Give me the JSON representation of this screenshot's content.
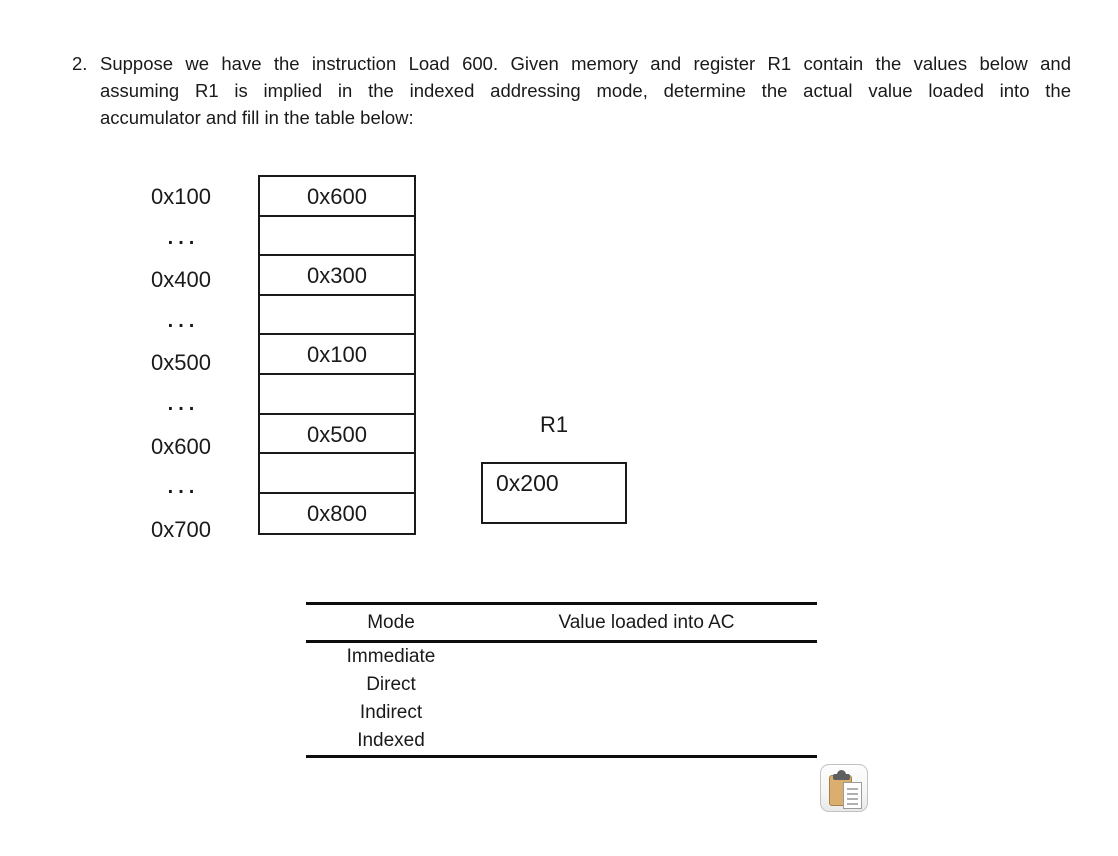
{
  "question": {
    "number": "2.",
    "lines": [
      "Suppose we have the instruction Load 600. Given memory and register R1 contain the values below and",
      "assuming R1 is implied in the indexed addressing mode, determine the actual value loaded into the",
      "accumulator and fill in the table below:"
    ]
  },
  "memory": {
    "rows": [
      {
        "address": "0x100",
        "value": "0x600"
      },
      {
        "address": "...",
        "value": ""
      },
      {
        "address": "0x400",
        "value": "0x300"
      },
      {
        "address": "...",
        "value": ""
      },
      {
        "address": "0x500",
        "value": "0x100"
      },
      {
        "address": "...",
        "value": ""
      },
      {
        "address": "0x600",
        "value": "0x500"
      },
      {
        "address": "...",
        "value": ""
      },
      {
        "address": "0x700",
        "value": "0x800"
      }
    ]
  },
  "register": {
    "label": "R1",
    "value": "0x200"
  },
  "table": {
    "headers": [
      "Mode",
      "Value loaded into AC"
    ],
    "rows": [
      {
        "mode": "Immediate",
        "value": ""
      },
      {
        "mode": "Direct",
        "value": ""
      },
      {
        "mode": "Indirect",
        "value": ""
      },
      {
        "mode": "Indexed",
        "value": ""
      }
    ]
  },
  "icons": {
    "paste_button": "clipboard-paste-icon"
  },
  "colors": {
    "text": "#1a1a1a",
    "box_border": "#1a1a1a",
    "table_rule": "#0d0d0d",
    "clipboard_tan": "#d9ae6e",
    "clipboard_tan_border": "#a5814a",
    "clip_gray": "#5f5f5f",
    "button_border": "#c2c2c2"
  }
}
